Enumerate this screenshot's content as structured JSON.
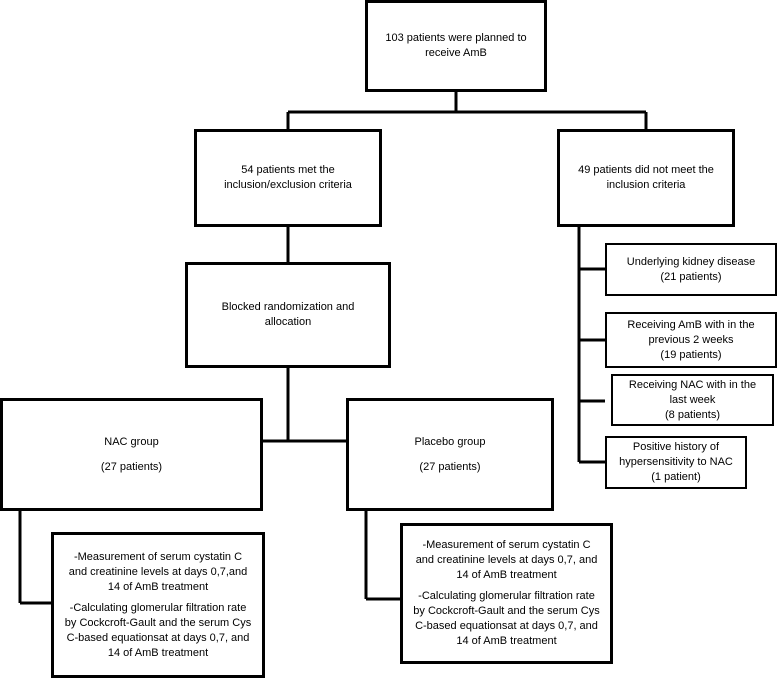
{
  "top": {
    "line1": "103 patients were planned to",
    "line2": "receive AmB"
  },
  "met": {
    "line1": "54 patients met the",
    "line2": "inclusion/exclusion criteria"
  },
  "not_met": {
    "line1": "49 patients did not meet the",
    "line2": "inclusion criteria"
  },
  "randomization": {
    "line1": "Blocked randomization and",
    "line2": "allocation"
  },
  "exclusions": [
    {
      "line1": "Underlying kidney disease",
      "line2": "(21 patients)",
      "line3": ""
    },
    {
      "line1": "Receiving AmB with in the",
      "line2": "previous 2 weeks",
      "line3": "(19 patients)"
    },
    {
      "line1": "Receiving NAC with in the",
      "line2": "last week",
      "line3": "(8 patients)"
    },
    {
      "line1": "Positive history of",
      "line2": "hypersensitivity to NAC",
      "line3": "(1 patient)"
    }
  ],
  "nac_group": {
    "name": "NAC group",
    "count": "(27 patients)"
  },
  "placebo_group": {
    "name": "Placebo group",
    "count": "(27 patients)"
  },
  "nac_measures": {
    "m1": "-Measurement of serum cystatin C",
    "m2": "and creatinine levels at days 0,7,and",
    "m3": "14 of AmB treatment",
    "c1": "-Calculating glomerular filtration rate",
    "c2": "by Cockcroft-Gault and the serum Cys",
    "c3": "C-based equationsat at days 0,7, and",
    "c4": "14 of AmB treatment"
  },
  "placebo_measures": {
    "m1": "-Measurement of serum cystatin C",
    "m2": "and creatinine levels at days 0,7, and",
    "m3": "14 of AmB treatment",
    "c1": "-Calculating glomerular filtration rate",
    "c2": "by Cockcroft-Gault and the serum Cys",
    "c3": "C-based equationsat at days 0,7, and",
    "c4": "14 of AmB treatment"
  }
}
